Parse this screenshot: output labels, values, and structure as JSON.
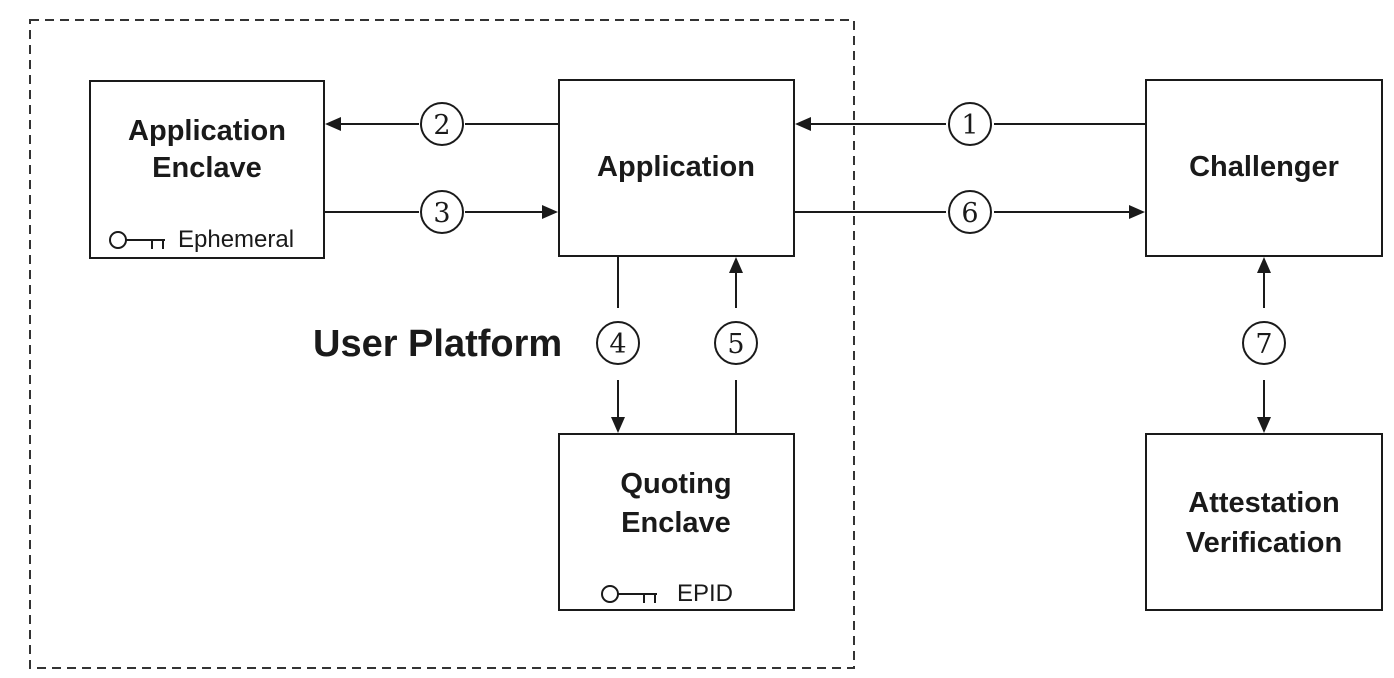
{
  "platform_label": "User Platform",
  "nodes": {
    "app_enclave": {
      "line1": "Application",
      "line2": "Enclave",
      "key_label": "Ephemeral"
    },
    "application": {
      "label": "Application"
    },
    "challenger": {
      "label": "Challenger"
    },
    "quoting_enclave": {
      "line1": "Quoting",
      "line2": "Enclave",
      "key_label": "EPID"
    },
    "attestation": {
      "line1": "Attestation",
      "line2": "Verification"
    }
  },
  "steps": [
    "1",
    "2",
    "3",
    "4",
    "5",
    "6",
    "7"
  ],
  "icons": {
    "key": "key-icon"
  },
  "colors": {
    "stroke": "#1a1a1a",
    "background": "#ffffff"
  }
}
